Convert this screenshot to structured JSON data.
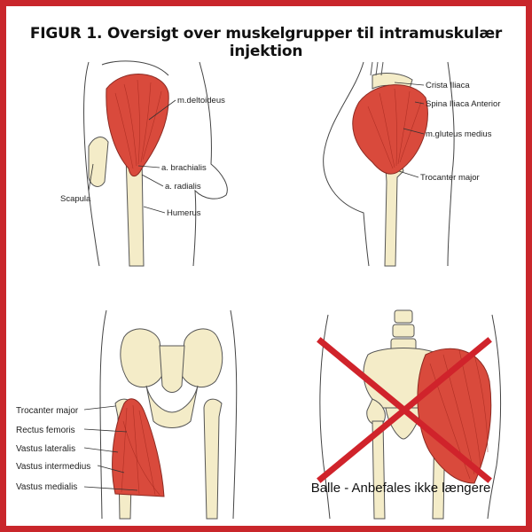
{
  "figure": {
    "title": "FIGUR 1. Oversigt over muskelgrupper til intramuskulær injektion",
    "border_color": "#c9262b",
    "muscle_color": "#d94a3c",
    "bone_color": "#f4ecc8"
  },
  "panels": {
    "arm": {
      "labels": {
        "deltoideus": "m.deltoideus",
        "brachialis": "a. brachialis",
        "radialis": "a. radialis",
        "scapula": "Scapula",
        "humerus": "Humerus"
      }
    },
    "hip": {
      "labels": {
        "crista": "Crista Iliaca",
        "spina": "Spina Iliaca Anterior",
        "gluteus": "m.gluteus medius",
        "trocanter": "Trocanter major"
      }
    },
    "thigh": {
      "labels": {
        "trocanter": "Trocanter major",
        "rectus": "Rectus femoris",
        "lateralis": "Vastus lateralis",
        "intermedius": "Vastus intermedius",
        "medialis": "Vastus medialis"
      }
    },
    "buttock": {
      "caption": "Balle - Anbefales ikke længere",
      "cross_color": "#d0232b"
    }
  }
}
